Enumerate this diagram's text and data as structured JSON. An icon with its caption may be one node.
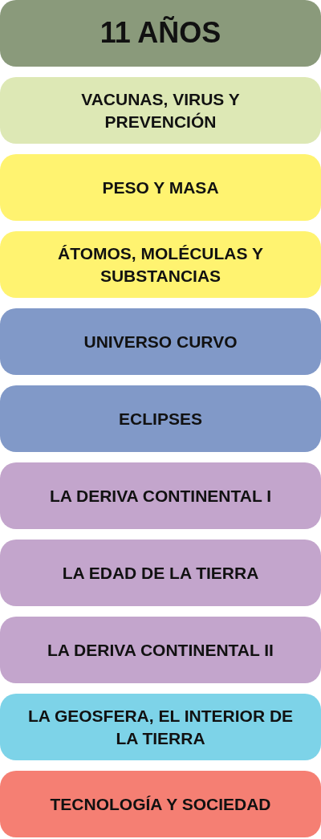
{
  "diagram": {
    "nodes": [
      {
        "text": [
          "11 AÑOS"
        ]
      },
      {
        "text": [
          "VACUNAS, VIRUS Y PREVENCIÓN"
        ]
      },
      {
        "text": [
          "PESO Y MASA"
        ]
      },
      {
        "text": [
          "ÁTOMOS, MOLÉCULAS Y SUBSTANCIAS"
        ]
      },
      {
        "text": [
          "UNIVERSO CURVO"
        ]
      },
      {
        "text": [
          "ECLIPSES"
        ]
      },
      {
        "text": [
          "LA DERIVA CONTINENTAL I"
        ]
      },
      {
        "text": [
          "LA EDAD DE LA TIERRA"
        ]
      },
      {
        "text": [
          "LA DERIVA CONTINENTAL II"
        ]
      },
      {
        "text": [
          "LA GEOSFERA, EL INTERIOR DE LA TIERRA"
        ]
      },
      {
        "text": [
          "TECNOLOGÍA Y SOCIEDAD"
        ]
      }
    ]
  }
}
